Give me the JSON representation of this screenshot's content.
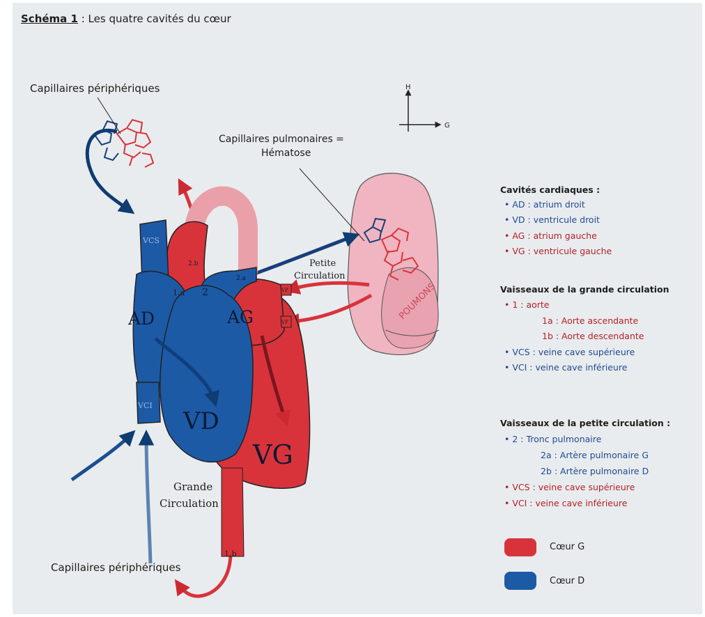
{
  "title": {
    "label": "Schéma 1",
    "text": " : Les quatre cavités du cœur"
  },
  "diagram_labels": {
    "peripheral_capillaries_top": "Capillaires périphériques",
    "peripheral_capillaries_bottom": "Capillaires périphériques",
    "pulmonary_capillaries_1": "Capillaires pulmonaires =",
    "pulmonary_capillaries_2": "Hématose",
    "orientation_h": "H",
    "orientation_g": "G",
    "vcs": "VCS",
    "vci": "VCI",
    "ad": "AD",
    "vd": "VD",
    "ag": "AG",
    "vg": "VG",
    "aorta_1a": "1.a",
    "aorta_1b": "1.b",
    "trunk_2": "2",
    "branch_2a": "2.a",
    "branch_2b": "2.b",
    "vp1": "VP",
    "vp2": "VP",
    "petite_circ_1": "Petite",
    "petite_circ_2": "Circulation",
    "grande_circ_1": "Grande",
    "grande_circ_2": "Circulation",
    "lungs": "POUMONS"
  },
  "legend": {
    "cavities_heading": "Cavités cardiaques :",
    "cavities": [
      {
        "text": "• AD : atrium droit",
        "color": "blue"
      },
      {
        "text": "• VD : ventricule droit",
        "color": "blue"
      },
      {
        "text": "• AG : atrium gauche",
        "color": "red"
      },
      {
        "text": "• VG : ventricule gauche",
        "color": "red"
      }
    ],
    "grand_heading": "Vaisseaux de la grande circulation",
    "grand": [
      {
        "text": "• 1 : aorte",
        "color": "red",
        "indent": false
      },
      {
        "text": "1a : Aorte ascendante",
        "color": "red",
        "indent": true
      },
      {
        "text": "1b : Aorte descendante",
        "color": "red",
        "indent": true
      },
      {
        "text": "• VCS : veine cave supérieure",
        "color": "blue",
        "indent": false
      },
      {
        "text": "• VCI : veine cave inférieure",
        "color": "blue",
        "indent": false
      }
    ],
    "petite_heading": "Vaisseaux de la petite circulation :",
    "petite": [
      {
        "text": "• 2 : Tronc pulmonaire",
        "color": "blue",
        "indent": false
      },
      {
        "text": "2a : Artère pulmonaire G",
        "color": "blue",
        "indent": true
      },
      {
        "text": "2b : Artère pulmonaire D",
        "color": "blue",
        "indent": true
      },
      {
        "text": "• VCS : veine cave supérieure",
        "color": "red",
        "indent": false
      },
      {
        "text": "• VCI : veine cave inférieure",
        "color": "red",
        "indent": false
      }
    ],
    "key": [
      {
        "label": "Cœur G",
        "color": "#d8333b"
      },
      {
        "label": "Cœur D",
        "color": "#1c5aa6"
      }
    ]
  }
}
